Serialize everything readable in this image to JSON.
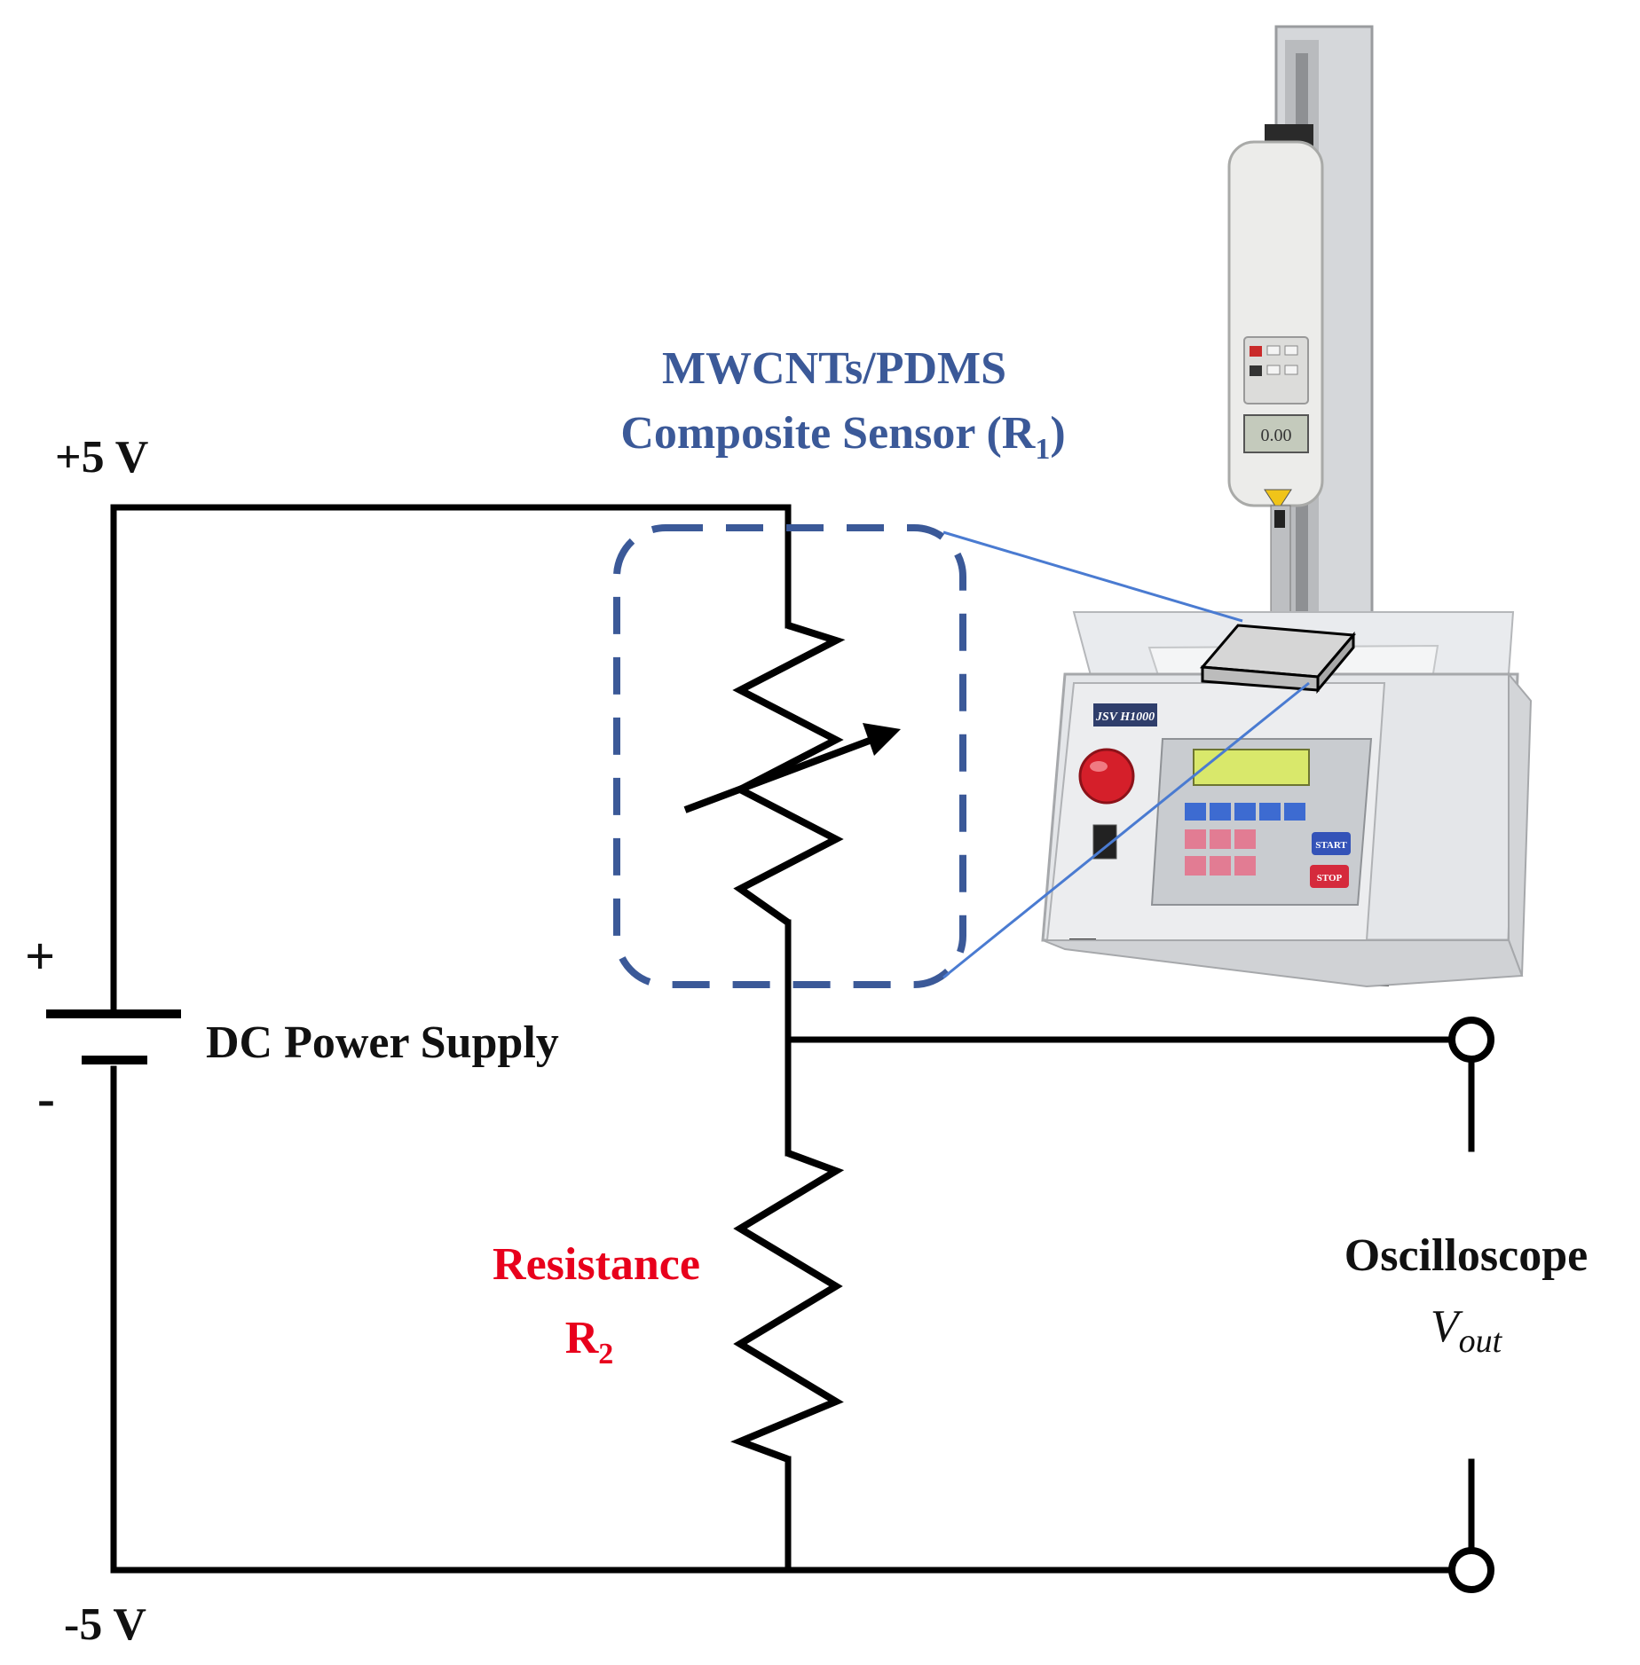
{
  "colors": {
    "wire": "#000000",
    "sensor": "#3b5998",
    "resistance": "#e8001c",
    "leader": "#4a7bd1"
  },
  "labels": {
    "plus_rail": "+5 V",
    "minus_rail": "-5 V",
    "battery_plus": "+",
    "battery_minus": "-",
    "power_supply": "DC Power Supply",
    "sensor_line1": "MWCNTs/PDMS",
    "sensor_line2_main": "Composite Sensor (R",
    "sensor_line2_sub": "1",
    "sensor_line2_end": ")",
    "resistance_line1": "Resistance",
    "resistance_main": "R",
    "resistance_sub": "2",
    "oscilloscope": "Oscilloscope",
    "vout_main": "V",
    "vout_sub": "out"
  },
  "instrument": {
    "brand": "JSV H1000",
    "display_value": "0.00",
    "start_key": "START",
    "stop_key": "STOP"
  }
}
